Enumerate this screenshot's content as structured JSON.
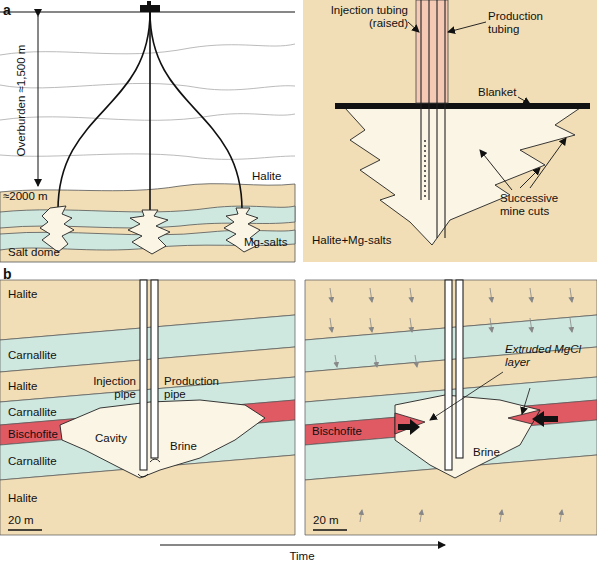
{
  "diagram": {
    "labels": [
      "a",
      "Overburden ≈1,500 m",
      "≈2000 m",
      "Halite",
      "Mg-salts",
      "Salt dome",
      "Injection tubing (raised)",
      "Production tubing",
      "Blanket",
      "Successive mine cuts",
      "Halite+Mg-salts",
      "b",
      "Halite",
      "Carnallite",
      "Halite",
      "Carnallite",
      "Bischofite",
      "Carnallite",
      "Halite",
      "Injection pipe",
      "Production pipe",
      "Cavity",
      "Brine",
      "20 m",
      "Bischofite",
      "Extruded MgCl layer",
      "Brine",
      "20 m",
      "Time"
    ]
  }
}
